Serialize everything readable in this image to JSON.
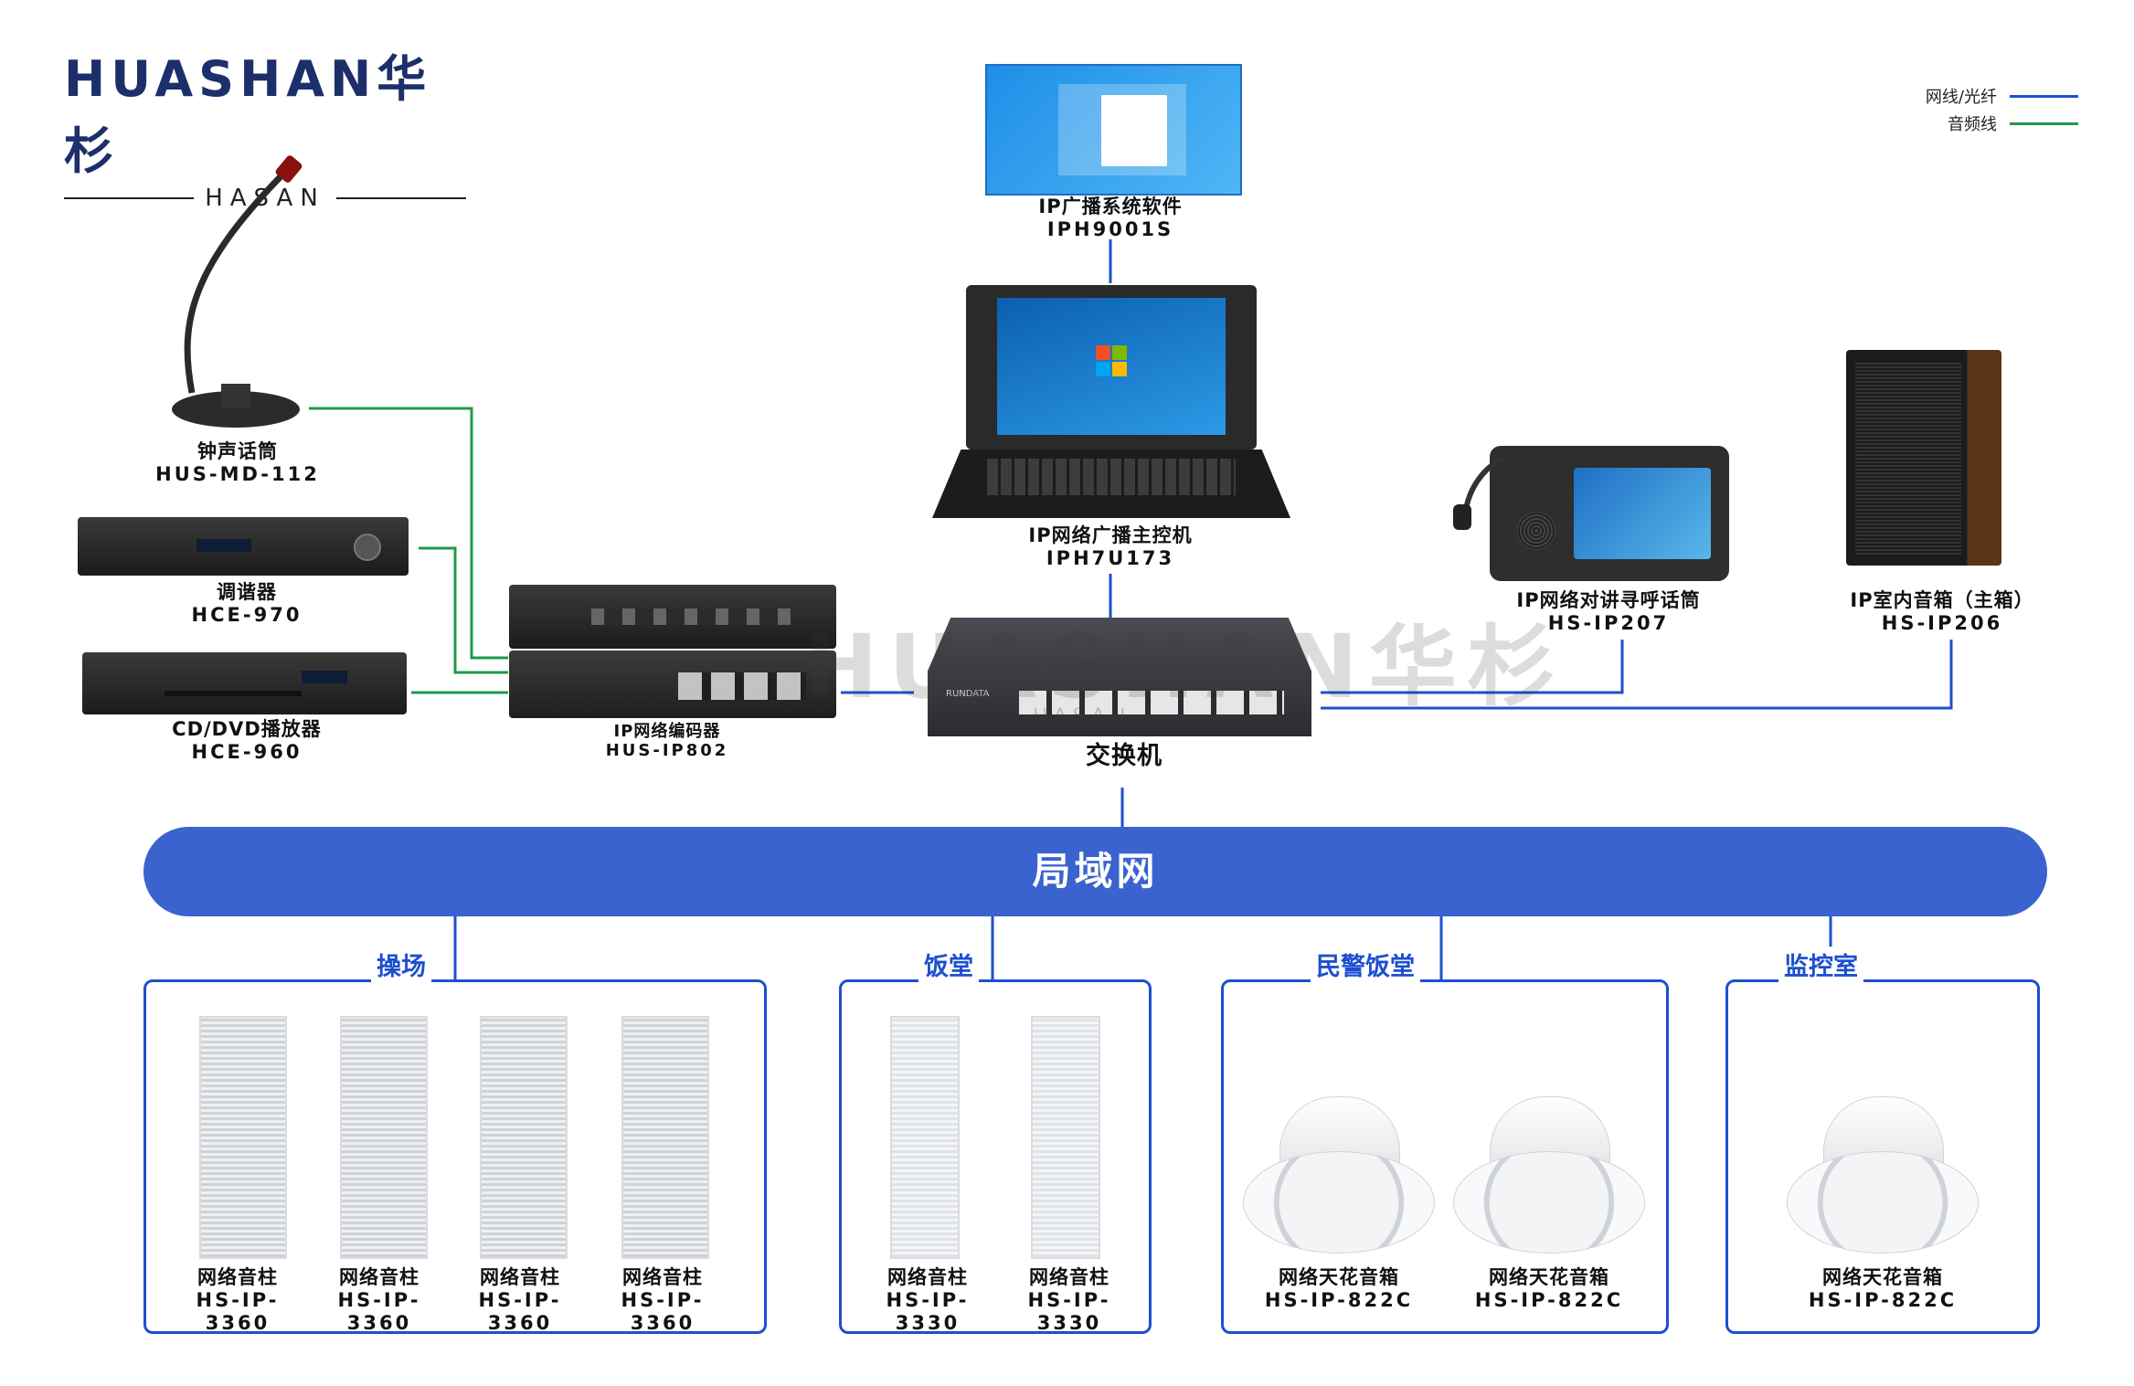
{
  "brand": {
    "name": "HUASHAN华杉",
    "sub": "HASAN"
  },
  "legend": [
    {
      "label": "网线/光纤",
      "color": "#1d4fd0"
    },
    {
      "label": "音频线",
      "color": "#1f9a4a"
    }
  ],
  "watermark": {
    "main": "HUASHAN华杉",
    "sub": "HASAN"
  },
  "devices": {
    "software": {
      "name": "IP广播系统软件",
      "model": "IPH9001S"
    },
    "host": {
      "name": "IP网络广播主控机",
      "model": "IPH7U173"
    },
    "mic": {
      "name": "钟声话筒",
      "model": "HUS-MD-112"
    },
    "tuner": {
      "name": "调谐器",
      "model": "HCE-970"
    },
    "dvd": {
      "name": "CD/DVD播放器",
      "model": "HCE-960"
    },
    "encoder": {
      "name": "IP网络编码器",
      "model": "HUS-IP802"
    },
    "switch": {
      "name": "交换机",
      "brand": "RUNDATA"
    },
    "intercom": {
      "name": "IP网络对讲寻呼话筒",
      "model": "HS-IP207"
    },
    "indoor": {
      "name": "IP室内音箱（主箱）",
      "model": "HS-IP206"
    }
  },
  "lan": {
    "label": "局域网"
  },
  "zones": [
    {
      "title": "操场",
      "items": [
        {
          "name": "网络音柱",
          "model": "HS-IP-3360"
        },
        {
          "name": "网络音柱",
          "model": "HS-IP-3360"
        },
        {
          "name": "网络音柱",
          "model": "HS-IP-3360"
        },
        {
          "name": "网络音柱",
          "model": "HS-IP-3360"
        }
      ]
    },
    {
      "title": "饭堂",
      "items": [
        {
          "name": "网络音柱",
          "model": "HS-IP-3330"
        },
        {
          "name": "网络音柱",
          "model": "HS-IP-3330"
        }
      ]
    },
    {
      "title": "民警饭堂",
      "items": [
        {
          "name": "网络天花音箱",
          "model": "HS-IP-822C"
        },
        {
          "name": "网络天花音箱",
          "model": "HS-IP-822C"
        }
      ]
    },
    {
      "title": "监控室",
      "items": [
        {
          "name": "网络天花音箱",
          "model": "HS-IP-822C"
        }
      ]
    }
  ]
}
